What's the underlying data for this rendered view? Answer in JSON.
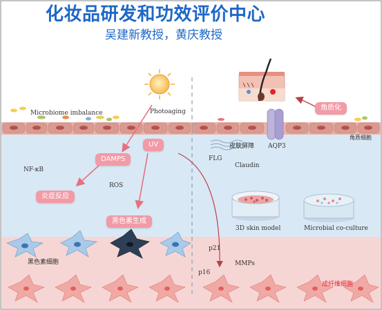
{
  "header": {
    "title": "化妆品研发和功效评价中心",
    "subtitle": "吴建新教授，黄庆教授"
  },
  "left_panel": {
    "microbiome_label": "Microbiome imbalance",
    "photoaging_label": "Photoaging",
    "uv_label": "UV",
    "damps_label": "DAMPS",
    "nfkb_label": "NF-κB",
    "ros_label": "ROS",
    "inflammation_label": "炎症反应",
    "melanin_label": "黑色素生成",
    "melanocyte_label": "黑色素细胞"
  },
  "right_panel": {
    "keratinization_label": "角质化",
    "keratinocyte_label": "角质细胞",
    "flg_label": "FLG",
    "barrier_label": "皮肤屏障",
    "aqp3_label": "AQP3",
    "claudin_label": "Claudin",
    "skin_model_label": "3D skin model",
    "coculture_label": "Microbial co-culture",
    "p21_label": "p21",
    "p16_label": "p16",
    "mmps_label": "MMPs",
    "fibroblast_label": "成纤维细胞"
  },
  "colors": {
    "title": "#1e67c6",
    "pill": "#f29aa6",
    "pill_arrow": "#e8707f",
    "accent_red": "#e4222d",
    "epidermis": "#e8b4ac",
    "dermis_blue": "#d9e8f5",
    "dermis_pink": "#f6d6d4"
  }
}
